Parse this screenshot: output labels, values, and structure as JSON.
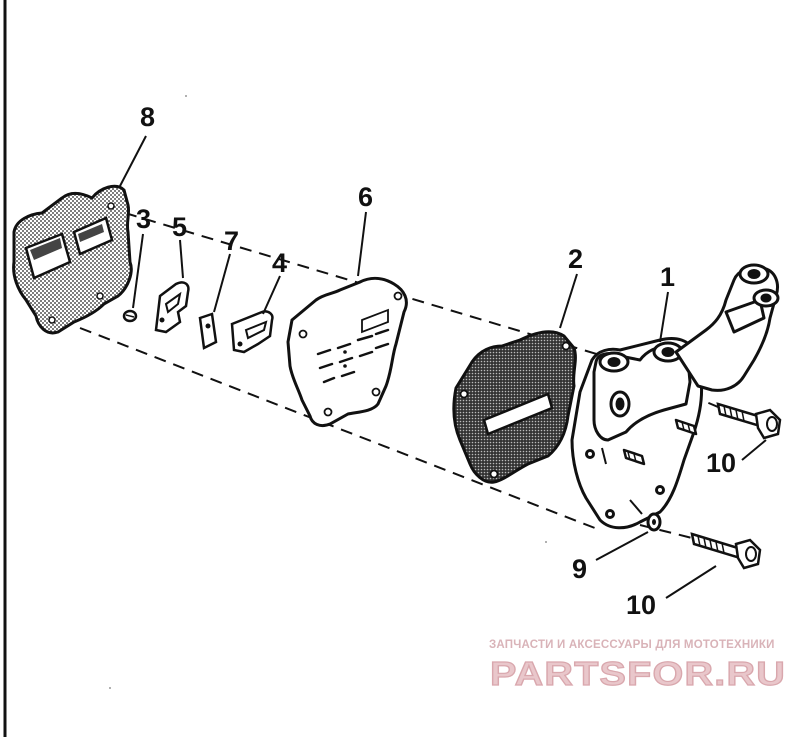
{
  "diagram": {
    "callouts": [
      {
        "id": "callout-1",
        "label": "1"
      },
      {
        "id": "callout-2",
        "label": "2"
      },
      {
        "id": "callout-3",
        "label": "3"
      },
      {
        "id": "callout-4",
        "label": "4"
      },
      {
        "id": "callout-5",
        "label": "5"
      },
      {
        "id": "callout-6",
        "label": "6"
      },
      {
        "id": "callout-7",
        "label": "7"
      },
      {
        "id": "callout-8",
        "label": "8"
      },
      {
        "id": "callout-9",
        "label": "9"
      },
      {
        "id": "callout-10a",
        "label": "10"
      },
      {
        "id": "callout-10b",
        "label": "10"
      }
    ]
  },
  "watermark": {
    "caption": "ЗАПЧАСТИ И АКСЕССУАРЫ ДЛЯ МОТОТЕХНИКИ",
    "logo_text": "PARTSFOR.RU",
    "color": "#d9b3b8"
  },
  "colors": {
    "ink": "#111111",
    "paper": "#ffffff"
  }
}
